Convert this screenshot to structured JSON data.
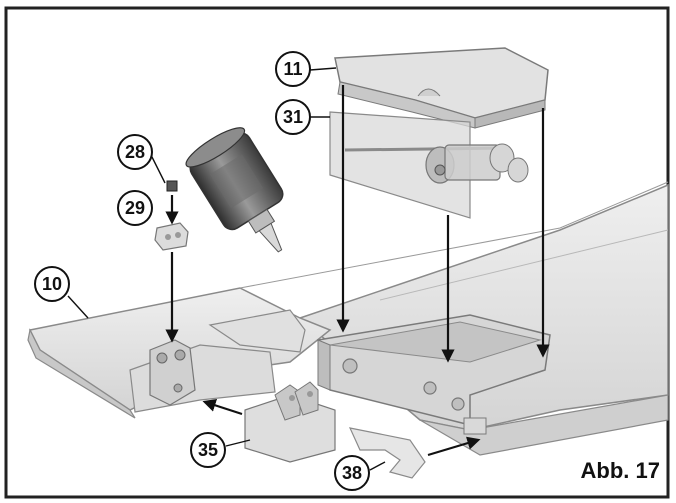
{
  "figure": {
    "label": "Abb. 17",
    "colors": {
      "part_fill": "#e6e6e6",
      "part_shade": "#cfcfcf",
      "part_dark": "#a8a8a8",
      "outline": "#7a7a7a",
      "line": "#111111",
      "glue_body": "#4a4a4a"
    }
  },
  "callouts": [
    {
      "id": "c11",
      "number": "11"
    },
    {
      "id": "c31",
      "number": "31"
    },
    {
      "id": "c28",
      "number": "28"
    },
    {
      "id": "c29",
      "number": "29"
    },
    {
      "id": "c10",
      "number": "10"
    },
    {
      "id": "c35",
      "number": "35"
    },
    {
      "id": "c38",
      "number": "38"
    }
  ]
}
